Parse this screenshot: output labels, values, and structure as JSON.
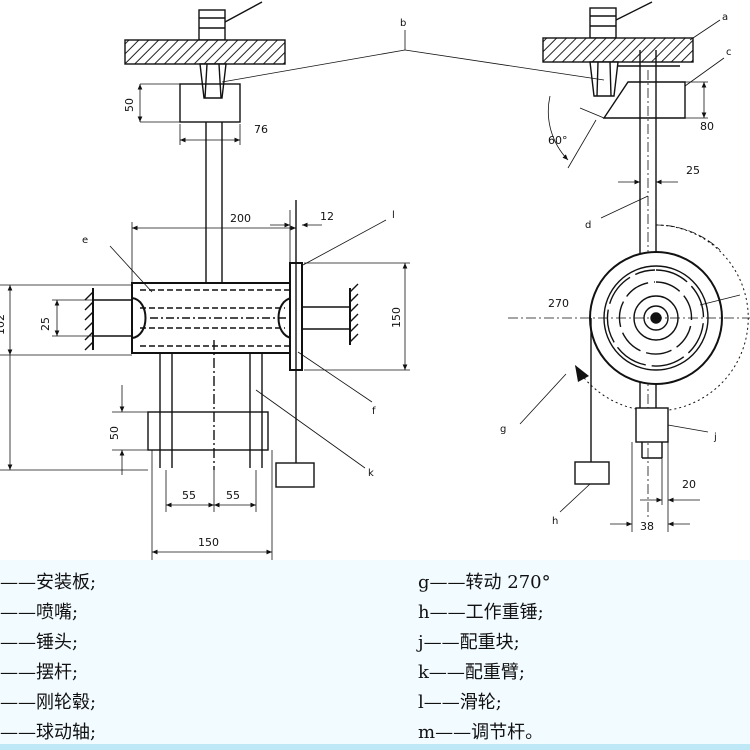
{
  "letters": {
    "a": "a",
    "b": "b",
    "c": "c",
    "d": "d",
    "e": "e",
    "f": "f",
    "g": "g",
    "h": "h",
    "j": "j",
    "k": "k",
    "l": "l"
  },
  "dims": {
    "d50_top": "50",
    "d76": "76",
    "d200": "200",
    "d12": "12",
    "d150_right": "150",
    "d102": "102",
    "d25_left": "25",
    "d50_low": "50",
    "d55a": "55",
    "d55b": "55",
    "d150_bottom": "150",
    "d80": "80",
    "d60": "60°",
    "d25_right": "25",
    "d270": "270",
    "d20": "20",
    "d38": "38"
  },
  "legend": [
    {
      "text": "——安装板;"
    },
    {
      "text": "——喷嘴;"
    },
    {
      "text": "——锤头;"
    },
    {
      "text": "——摆杆;"
    },
    {
      "text": "——刚轮毂;"
    },
    {
      "text": "——球动轴;"
    },
    {
      "text": "g——转动 270°"
    },
    {
      "text": "h——工作重锤;"
    },
    {
      "text": "j——配重块;"
    },
    {
      "text": "k——配重臂;"
    },
    {
      "text": "l——滑轮;"
    },
    {
      "text": "m——调节杆。"
    }
  ]
}
